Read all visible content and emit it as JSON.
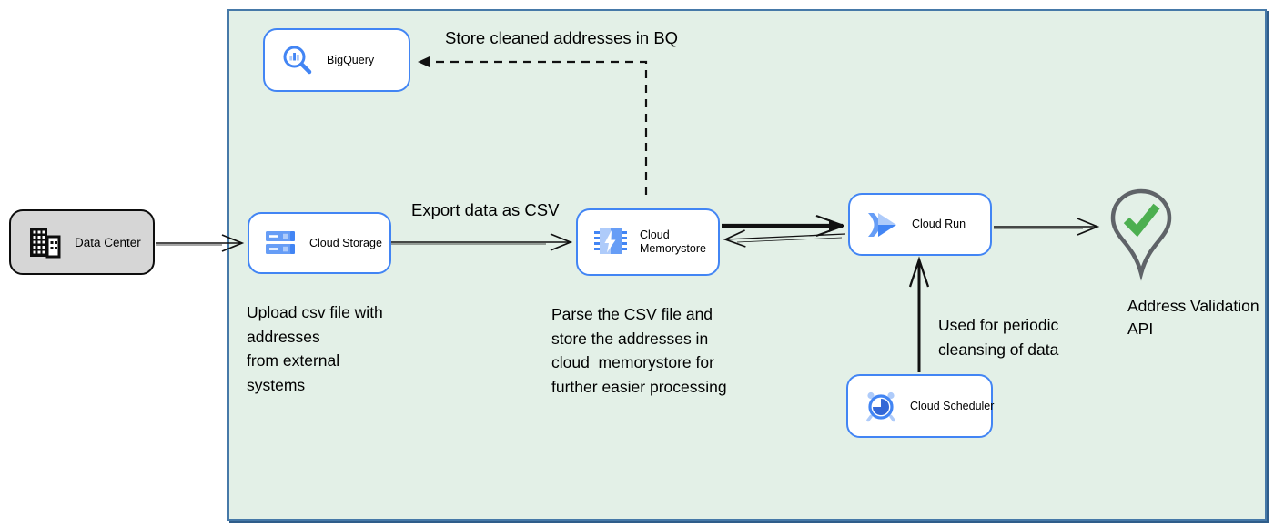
{
  "nodes": {
    "data_center": {
      "label": "Data Center"
    },
    "bigquery": {
      "label": "BigQuery"
    },
    "cloud_storage": {
      "label": "Cloud Storage"
    },
    "cloud_memorystore": {
      "label": "Cloud Memorystore"
    },
    "cloud_run": {
      "label": "Cloud Run"
    },
    "cloud_scheduler": {
      "label": "Cloud Scheduler"
    },
    "address_validation": {
      "label": "Address Validation\nAPI"
    }
  },
  "annotations": {
    "store_bq": "Store cleaned addresses in BQ",
    "export_csv": "Export data as CSV",
    "upload_note": "Upload csv file with\naddresses\nfrom external\nsystems",
    "parse_note": "Parse the CSV file and\nstore the addresses in\ncloud  memorystore for\nfurther easier processing",
    "periodic_note": "Used for periodic\ncleansing of data"
  },
  "colors": {
    "container_fill": "#e3f0e7",
    "container_border": "#4679a8",
    "container_border_dark": "#2f5d8a",
    "node_border": "#4285f4",
    "datacenter_fill": "#d6d6d6",
    "gcp_blue_dark": "#4285f4",
    "gcp_blue_mid": "#669df6",
    "gcp_blue_light": "#aecbfa",
    "gcp_blue_deep": "#3367d6",
    "arrow_black": "#111111",
    "pin_gray": "#5f6368",
    "check_green": "#4caf50"
  }
}
